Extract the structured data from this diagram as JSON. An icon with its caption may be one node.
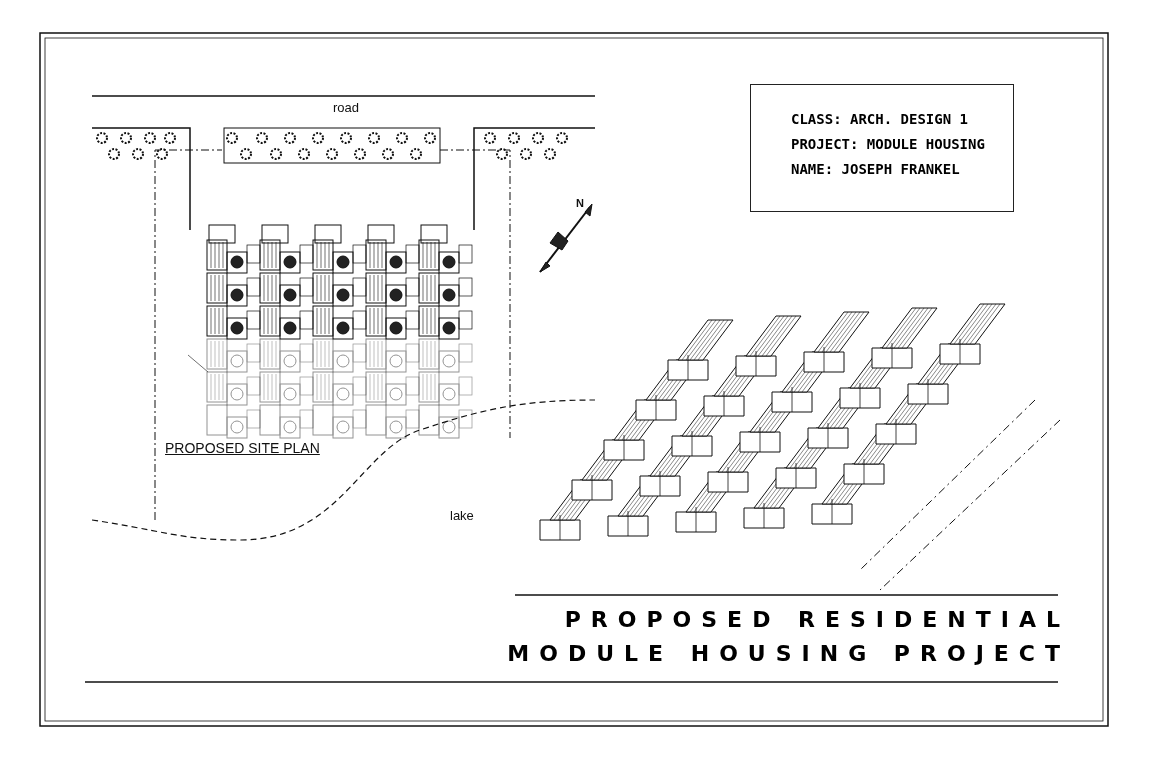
{
  "diagram": {
    "title": "PROPOSED RESIDENTIAL MODULE HOUSING PROJECT",
    "nodes": [
      {
        "text": [
          "CLASS: ARCH. DESIGN 1",
          "PROJECT: MODULE HOUSING",
          "NAME: JOSEPH FRANKEL"
        ]
      }
    ],
    "edges": [],
    "labels": [
      "road",
      "N",
      "PROPOSED SITE PLAN",
      "lake"
    ]
  }
}
